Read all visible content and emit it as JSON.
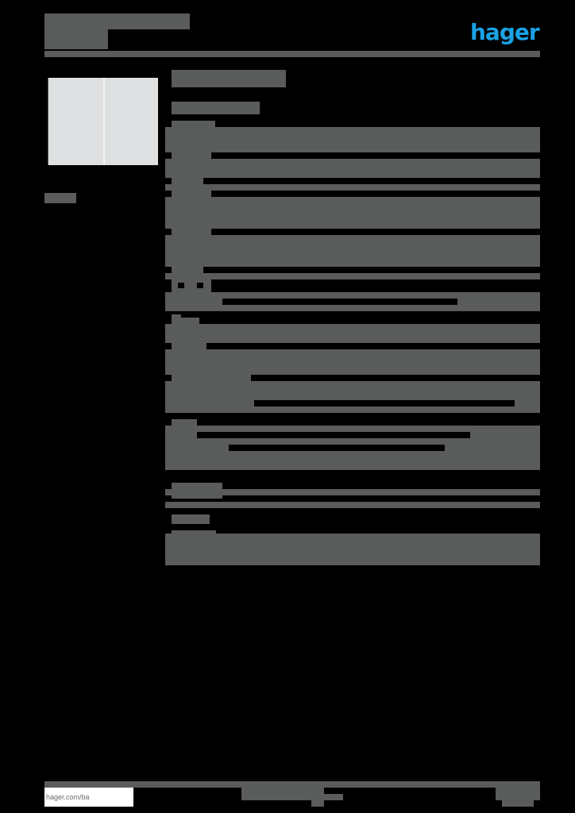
{
  "header": {
    "brand_logo_text": "hager",
    "brand_color": "#1aa2e6",
    "title_redacted": true
  },
  "product": {
    "image_alt": "double rocker switch cover, white",
    "caption_redacted": true
  },
  "main": {
    "heading_redacted": true,
    "subheading_redacted": true,
    "spec_sections": 9,
    "note": "All specification text is masked by grey blocks"
  },
  "footer": {
    "website": "hager.com/ba",
    "page_info_redacted": true
  },
  "colors": {
    "background": "#000000",
    "redaction": "#5a5b5b",
    "image": "#dfe0e1"
  }
}
